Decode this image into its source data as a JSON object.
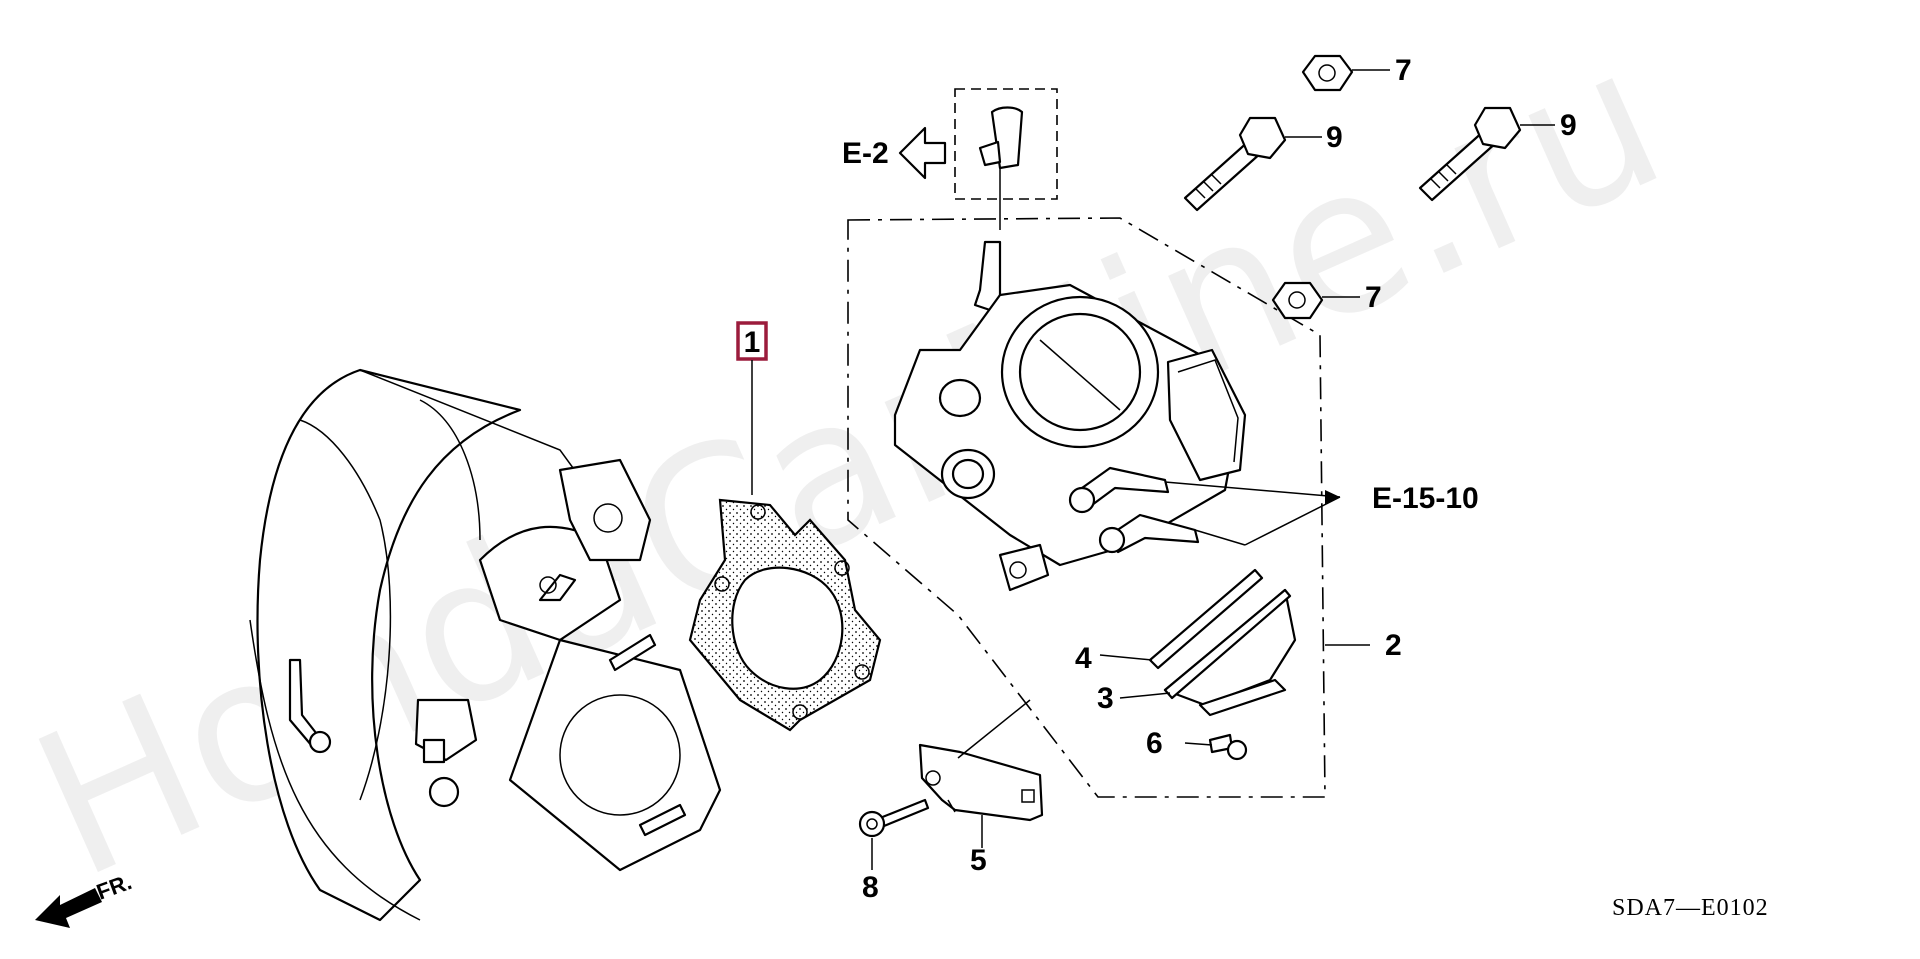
{
  "watermark": "HondaCarMine.ru",
  "diagram_code": "SDA7—E0102",
  "front_marker": "FR.",
  "references": {
    "ref_e2": "E-2",
    "ref_e15": "E-15-10"
  },
  "callouts": {
    "c1": "1",
    "c2": "2",
    "c3": "3",
    "c4": "4",
    "c5": "5",
    "c6": "6",
    "c7a": "7",
    "c7b": "7",
    "c8": "8",
    "c9a": "9",
    "c9b": "9"
  },
  "colors": {
    "highlight": "#9b1c3c",
    "ink": "#000000"
  }
}
